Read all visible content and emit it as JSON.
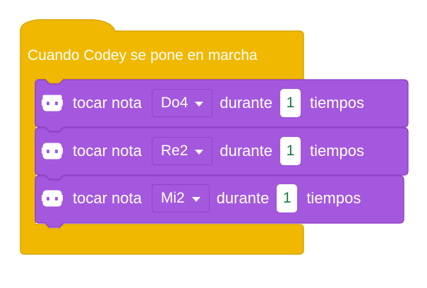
{
  "hat": {
    "label": "Cuando Codey se pone en marcha",
    "color": "#f0b800"
  },
  "blocks": [
    {
      "icon": "robot-face-icon",
      "label": "tocar nota",
      "note": "Do4",
      "during": "durante",
      "beats": "1",
      "unit": "tiempos"
    },
    {
      "icon": "robot-face-icon",
      "label": "tocar nota",
      "note": "Re2",
      "during": "durante",
      "beats": "1",
      "unit": "tiempos"
    },
    {
      "icon": "robot-face-icon",
      "label": "tocar nota",
      "note": "Mi2",
      "during": "durante",
      "beats": "1",
      "unit": "tiempos"
    }
  ],
  "colors": {
    "block_purple": "#a458de",
    "block_border": "#8f44c9",
    "number_text": "#1c7a44"
  }
}
